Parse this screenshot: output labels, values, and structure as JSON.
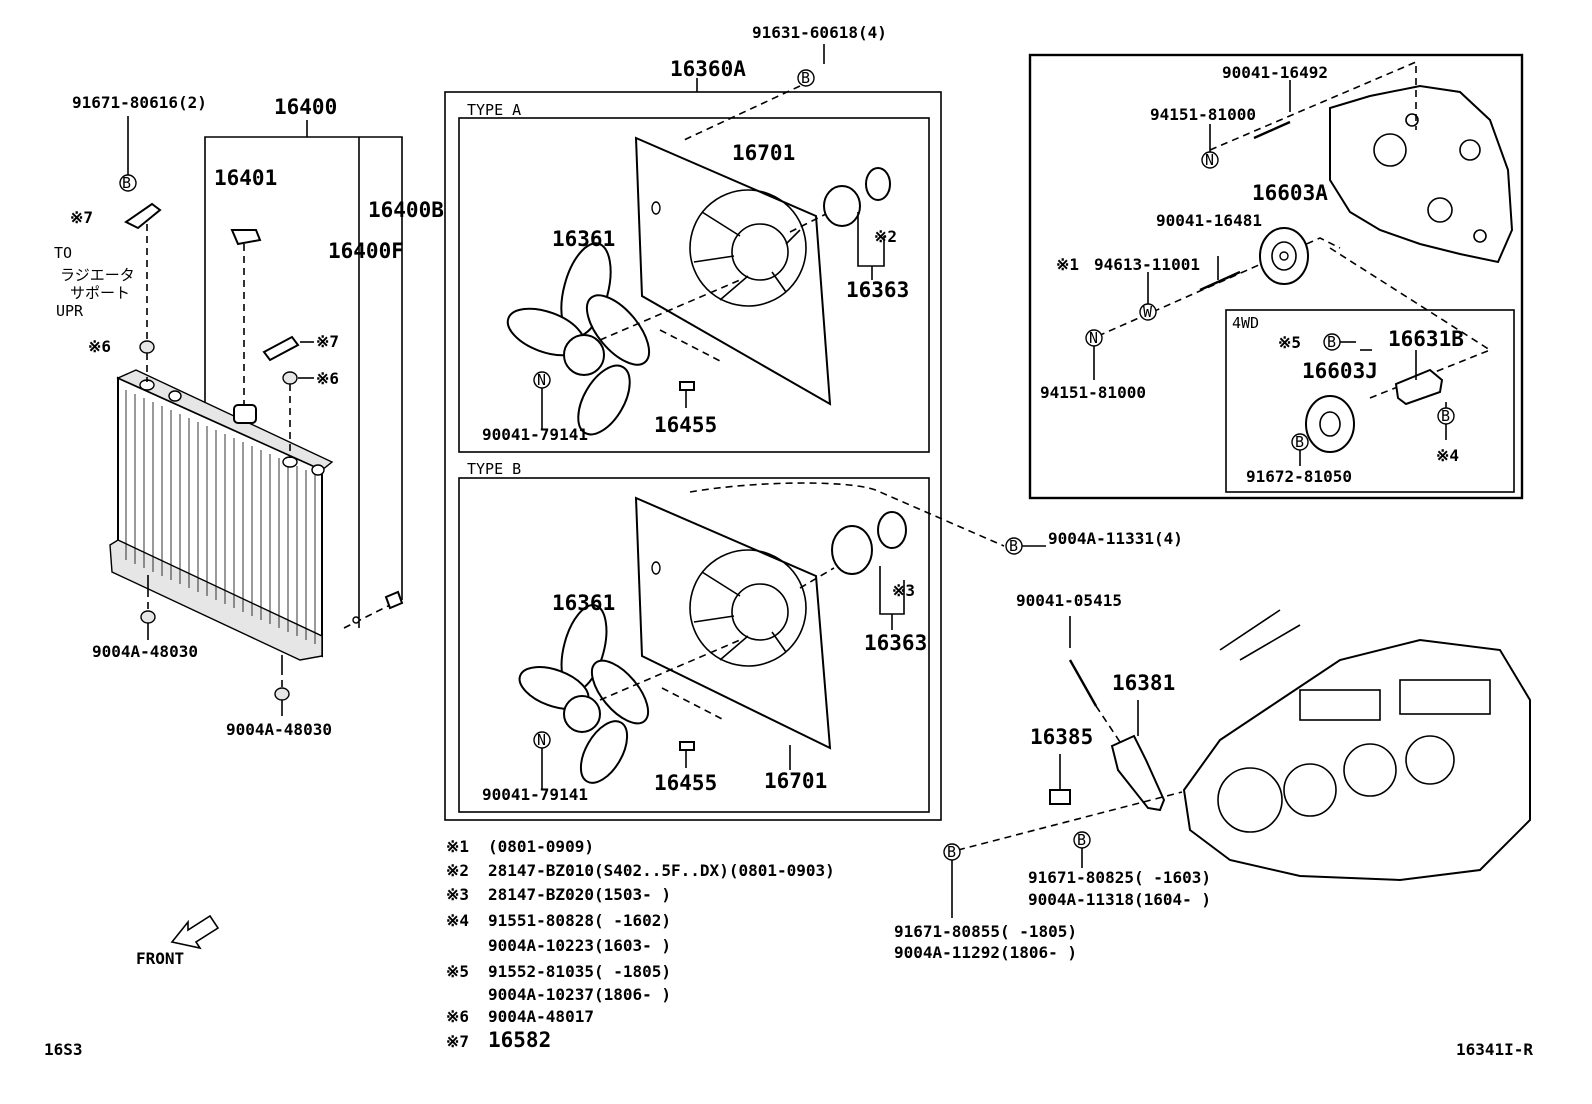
{
  "diagram_id": "16341I-R",
  "page_code": "16S3",
  "front_label": "FRONT",
  "left": {
    "radiator_assy": "16400",
    "radiator_cap": "16401",
    "radiator_16400F": "16400F",
    "radiator_16400B": "16400B",
    "top_screw": "91671-80616(2)",
    "bolt_b": "B",
    "bracket_mark": "※7",
    "cushion_mark_upper": "※6",
    "bracket_mark_right": "※7",
    "cushion_mark_right": "※6",
    "to_label_1": "TO",
    "to_label_2": "ラジエータ",
    "to_label_3": "サポート",
    "to_label_4": "UPR",
    "lower_cushion_1": "9004A-48030",
    "lower_cushion_2": "9004A-48030"
  },
  "center": {
    "top_bolt": "91631-60618(4)",
    "assembly": "16360A",
    "type_a_label": "TYPE A",
    "type_b_label": "TYPE B",
    "a_shroud": "16701",
    "a_fan": "16361",
    "a_motor": "16363",
    "a_motor_mark": "※2",
    "a_nut_letter": "N",
    "a_nut": "90041-79141",
    "a_screw": "16455",
    "b_shroud": "16701",
    "b_fan": "16361",
    "b_motor": "16363",
    "b_motor_mark": "※3",
    "b_nut_letter": "N",
    "b_nut": "90041-79141",
    "b_screw": "16455",
    "shared_bolt": "9004A-11331(4)"
  },
  "notes": [
    {
      "mark": "※1",
      "text": "(0801-0909)"
    },
    {
      "mark": "※2",
      "text": "28147-BZ010(S402..5F..DX)(0801-0903)"
    },
    {
      "mark": "※3",
      "text": "28147-BZ020(1503-      )"
    },
    {
      "mark": "※4",
      "text": "91551-80828(      -1602)"
    },
    {
      "mark": "",
      "text": "9004A-10223(1603-      )"
    },
    {
      "mark": "※5",
      "text": "91552-81035(      -1805)"
    },
    {
      "mark": "",
      "text": "9004A-10237(1806-      )"
    },
    {
      "mark": "※6",
      "text": "9004A-48017"
    },
    {
      "mark": "※7",
      "text": "16582"
    }
  ],
  "right_top": {
    "stud": "90041-16492",
    "nut_upper": "94151-81000",
    "pulley": "16603A",
    "stud_lower": "90041-16481",
    "washer_mark": "※1",
    "washer": "94613-11001",
    "nut_lower": "94151-81000",
    "letter_n": "N",
    "letter_w": "W",
    "box_4wd": "4WD",
    "box_mark5": "※5",
    "box_bracket": "16631B",
    "box_pulley": "16603J",
    "box_bolt": "91672-81050",
    "box_mark4": "※4"
  },
  "right_bottom": {
    "bolt": "90041-05415",
    "bracket": "16381",
    "clip": "16385",
    "bolt_a_1": "91671-80825(      -1603)",
    "bolt_a_2": "9004A-11318(1604-      )",
    "bolt_b_1": "91671-80855(      -1805)",
    "bolt_b_2": "9004A-11292(1806-      )"
  }
}
